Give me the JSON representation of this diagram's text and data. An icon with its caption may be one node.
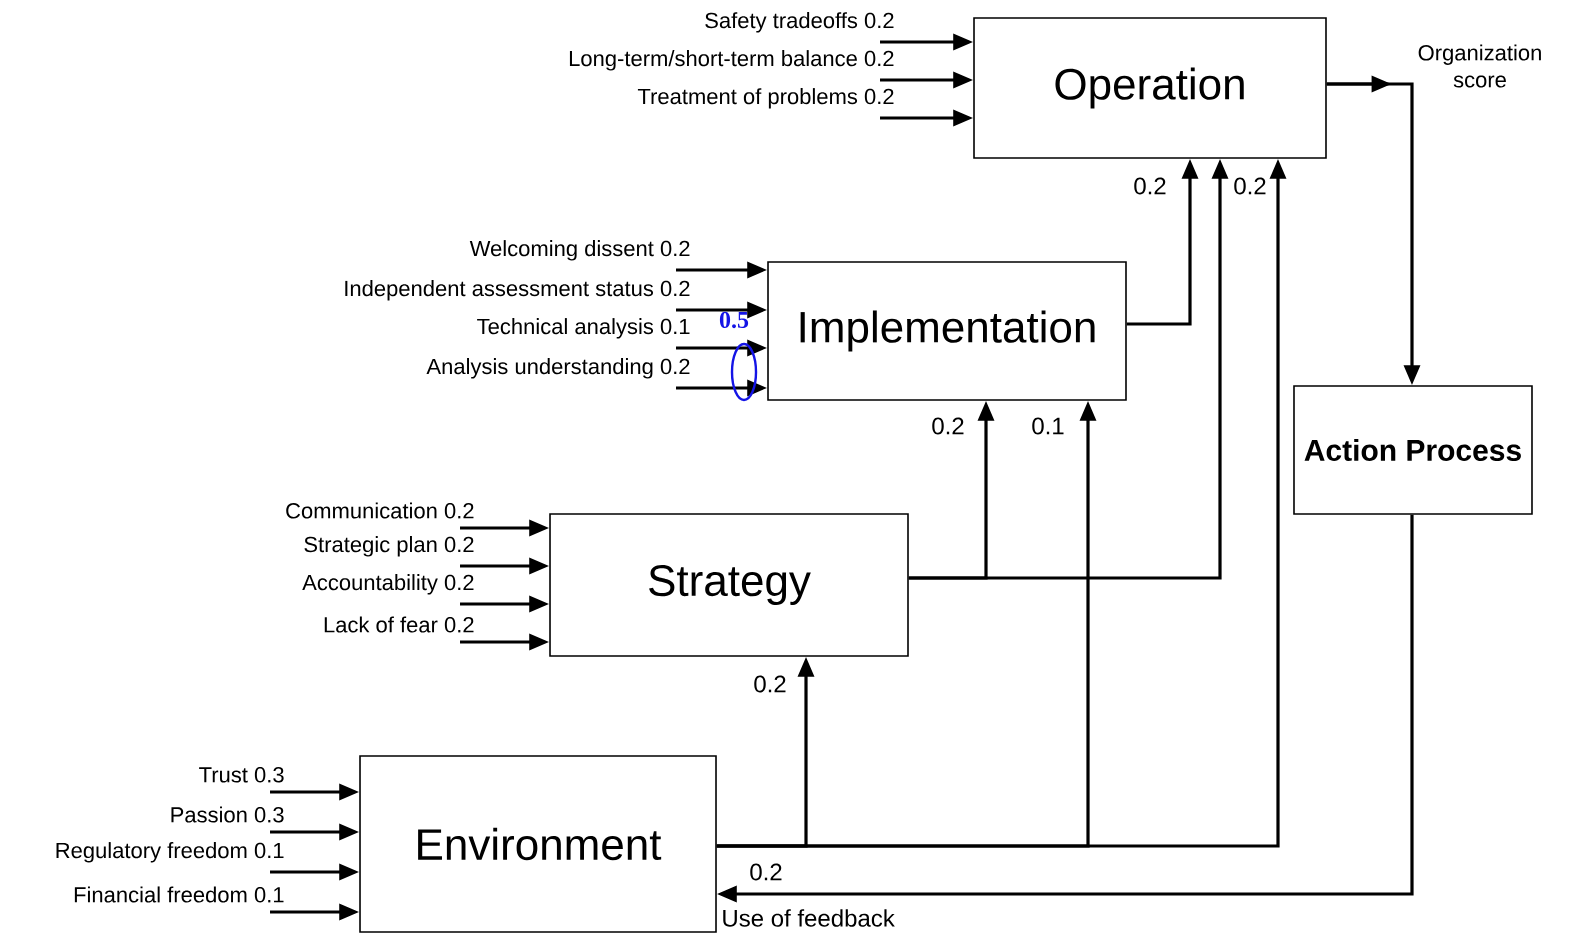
{
  "diagram": {
    "nodes": [
      {
        "text": [
          "Operation"
        ]
      },
      {
        "text": [
          "Implementation"
        ]
      },
      {
        "text": [
          "Strategy"
        ]
      },
      {
        "text": [
          "Environment"
        ]
      },
      {
        "text": [
          "Action Process"
        ]
      },
      {
        "text": [
          "Organization score"
        ]
      }
    ],
    "edges": [
      {
        "from": null,
        "to": 0,
        "arrow": "to",
        "label": "Safety tradeoffs 0.2"
      },
      {
        "from": null,
        "to": 0,
        "arrow": "to",
        "label": "Long-term/short-term balance 0.2"
      },
      {
        "from": null,
        "to": 0,
        "arrow": "to",
        "label": "Treatment of problems 0.2"
      },
      {
        "from": null,
        "to": 1,
        "arrow": "to",
        "label": "Welcoming dissent 0.2"
      },
      {
        "from": null,
        "to": 1,
        "arrow": "to",
        "label": "Independent assessment status 0.2"
      },
      {
        "from": null,
        "to": 1,
        "arrow": "to",
        "label": "Technical analysis 0.1"
      },
      {
        "from": null,
        "to": 1,
        "arrow": "to",
        "label": "Analysis understanding 0.2"
      },
      {
        "from": null,
        "to": 2,
        "arrow": "to",
        "label": "Communication 0.2"
      },
      {
        "from": null,
        "to": 2,
        "arrow": "to",
        "label": "Strategic plan 0.2"
      },
      {
        "from": null,
        "to": 2,
        "arrow": "to",
        "label": "Accountability 0.2"
      },
      {
        "from": null,
        "to": 2,
        "arrow": "to",
        "label": "Lack of fear 0.2"
      },
      {
        "from": null,
        "to": 3,
        "arrow": "to",
        "label": "Trust 0.3"
      },
      {
        "from": null,
        "to": 3,
        "arrow": "to",
        "label": "Passion 0.3"
      },
      {
        "from": null,
        "to": 3,
        "arrow": "to",
        "label": "Regulatory freedom 0.1"
      },
      {
        "from": null,
        "to": 3,
        "arrow": "to",
        "label": "Financial freedom 0.1"
      },
      {
        "from": 1,
        "to": 0,
        "arrow": "to",
        "label": "0.2"
      },
      {
        "from": 2,
        "to": 0,
        "arrow": "to"
      },
      {
        "from": 3,
        "to": 0,
        "arrow": "to",
        "label": "0.2"
      },
      {
        "from": 2,
        "to": 1,
        "arrow": "to",
        "label": "0.2"
      },
      {
        "from": 3,
        "to": 1,
        "arrow": "to",
        "label": "0.1"
      },
      {
        "from": 3,
        "to": 2,
        "arrow": "to",
        "label": "0.2"
      },
      {
        "from": 0,
        "to": 5,
        "arrow": "to"
      },
      {
        "from": 0,
        "to": 4,
        "arrow": "to"
      },
      {
        "from": 4,
        "to": 3,
        "arrow": "to",
        "label": "0.2"
      }
    ],
    "labels": [
      "0.5",
      "Use of feedback"
    ]
  }
}
